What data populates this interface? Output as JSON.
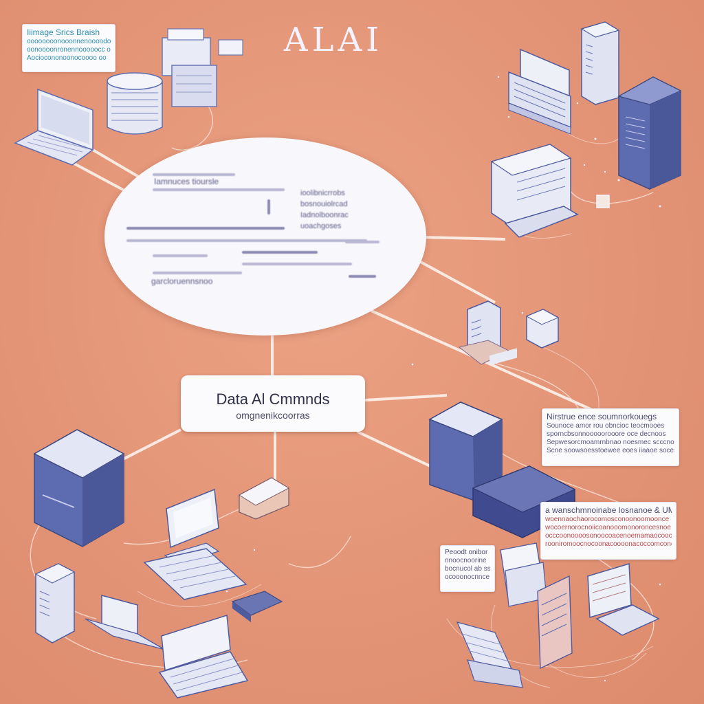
{
  "title": "ALAI",
  "center_node": {
    "title": "Data Al Cmmnds",
    "subtitle": "omgnenikcoorras"
  },
  "cloud_text": {
    "header": "Iamnuces tioursle",
    "right_lines": [
      "ioolibnicrrobs",
      "bosnouiolrcad",
      "Iadnolboonrac",
      "uoachgoses"
    ],
    "footer": "garcloruennsnoo"
  },
  "cards": {
    "top_left": {
      "title": "Iiimage Srics Braish",
      "lines": [
        "oooooooonooonnenoooodo",
        "oonoooonronennooooocc oo",
        "Aociocononoonocoooo oo"
      ]
    },
    "right_upper": {
      "title": "Nirstrue ence soumnorkouegs",
      "lines": [
        "Sounoce amor rou obncioc teocmooes",
        "sporncbsonnooooorooore oce decnoos",
        "Sepwesorcmoamrnbnao noesmec scccnoce",
        "Scne soowsoesstoewee eoes iiaaoe soces eoi"
      ]
    },
    "right_lower": {
      "title": "a wanschmnoinabe losnanoe & UMs",
      "lines": [
        "woennaochaorocomosconoonoomoonce",
        "wocoernorocnoiicoanooomonoroncesnoe",
        "occcoonoooosonoocoacenoemamaocoooncoe",
        "rooniromoocnocoonacoooonacoccomcone"
      ]
    },
    "small": {
      "title": "Peoodt onibor",
      "lines": [
        "nnoocnoorine",
        "bocnucol ab ss",
        "ocooonocnnce"
      ]
    }
  },
  "colors": {
    "background": "#e39476",
    "device_blue": "#5d6bb0",
    "device_light": "#e4e8f6",
    "line": "#fbeae2"
  }
}
